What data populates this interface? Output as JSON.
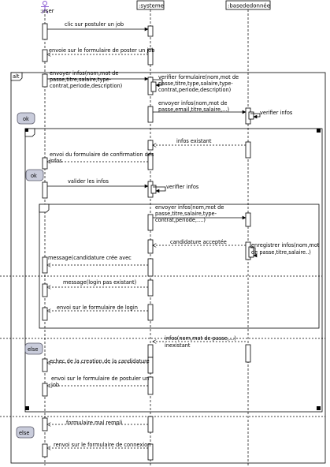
{
  "title": "",
  "colors": {
    "line": "#000000",
    "actor": "#8a5bd3",
    "guard_fill": "#c9ccdb",
    "guard_stroke": "#5a5a6a",
    "background": "#ffffff"
  },
  "participants": [
    {
      "id": "user",
      "label": ":user",
      "kind": "actor"
    },
    {
      "id": "systeme",
      "label": ":systeme",
      "kind": "object"
    },
    {
      "id": "bdd",
      "label": ":basededonnée",
      "kind": "object"
    }
  ],
  "messages": [
    {
      "id": "m1",
      "from": "user",
      "to": "systeme",
      "type": "sync",
      "lines": [
        "clic sur postuler un job"
      ]
    },
    {
      "id": "m2",
      "from": "systeme",
      "to": "user",
      "type": "return",
      "lines": [
        "envoie sur le formulaire de poster un job"
      ]
    },
    {
      "id": "m3",
      "from": "user",
      "to": "systeme",
      "type": "sync",
      "lines": [
        "envoyer infos(nom,mot de",
        "passe,titre,salaire,type-",
        "contrat,periode,description)"
      ]
    },
    {
      "id": "m4",
      "from": "systeme",
      "to": "systeme",
      "type": "self",
      "lines": [
        "verifier formulaire(nom,mot de",
        "passe,titre,type,salaire,type-",
        "contrat,periode,description)"
      ]
    },
    {
      "id": "m5",
      "from": "systeme",
      "to": "bdd",
      "type": "sync",
      "lines": [
        "envoyer infos(nom,mot de",
        "passe,email,titre,salaire,...)"
      ]
    },
    {
      "id": "m6",
      "from": "bdd",
      "to": "bdd",
      "type": "self",
      "lines": [
        "verifier infos"
      ]
    },
    {
      "id": "m7",
      "from": "bdd",
      "to": "systeme",
      "type": "return",
      "lines": [
        "infos existant"
      ]
    },
    {
      "id": "m8",
      "from": "systeme",
      "to": "user",
      "type": "return",
      "lines": [
        "envoi du formulaire de confirmation des",
        "infos"
      ]
    },
    {
      "id": "m9",
      "from": "user",
      "to": "systeme",
      "type": "sync",
      "lines": [
        "valider les infos"
      ]
    },
    {
      "id": "m10",
      "from": "systeme",
      "to": "systeme",
      "type": "self",
      "lines": [
        "verifier infos"
      ]
    },
    {
      "id": "m11",
      "from": "systeme",
      "to": "bdd",
      "type": "sync",
      "lines": [
        "envoyer infos(nom,mot de",
        "passe,titre,salaire,type-",
        "contrat,periode,....)"
      ]
    },
    {
      "id": "m12",
      "from": "bdd",
      "to": "systeme",
      "type": "return",
      "lines": [
        "candidature acceptée"
      ]
    },
    {
      "id": "m13",
      "from": "bdd",
      "to": "bdd",
      "type": "self",
      "lines": [
        "enregistrer infos(nom,mot",
        "de passe,titre,salaire..)"
      ]
    },
    {
      "id": "m14",
      "from": "systeme",
      "to": "user",
      "type": "return",
      "lines": [
        "message(candidature crée avec"
      ]
    },
    {
      "id": "m15",
      "from": "systeme",
      "to": "user",
      "type": "return",
      "lines": [
        "message(login pas existant)"
      ]
    },
    {
      "id": "m16",
      "from": "systeme",
      "to": "user",
      "type": "return",
      "lines": [
        "envoi sur le formulaire de login"
      ]
    },
    {
      "id": "m17",
      "from": "bdd",
      "to": "systeme",
      "type": "return",
      "lines": [
        "infos(nom,mot de passe,...)",
        "inexistant"
      ]
    },
    {
      "id": "m18",
      "from": "systeme",
      "to": "user",
      "type": "return",
      "lines": [
        "echec de la creation de la candidature"
      ]
    },
    {
      "id": "m19",
      "from": "systeme",
      "to": "user",
      "type": "return",
      "lines": [
        "envoi sur le formulaire de postuler un",
        "job"
      ]
    },
    {
      "id": "m20",
      "from": "systeme",
      "to": "user",
      "type": "return",
      "lines": [
        "formulaire mal rempli"
      ]
    },
    {
      "id": "m21",
      "from": "systeme",
      "to": "user",
      "type": "return",
      "lines": [
        "renvoi sur le formulaire de connexion"
      ]
    }
  ],
  "fragments": [
    {
      "id": "outer_alt",
      "label": "alt"
    },
    {
      "id": "inner_opt",
      "label": ""
    },
    {
      "id": "innermost",
      "label": ""
    }
  ],
  "guards": [
    {
      "id": "g1",
      "label": "ok"
    },
    {
      "id": "g2",
      "label": "ok"
    },
    {
      "id": "g3",
      "label": "else"
    },
    {
      "id": "g4",
      "label": "else"
    }
  ]
}
